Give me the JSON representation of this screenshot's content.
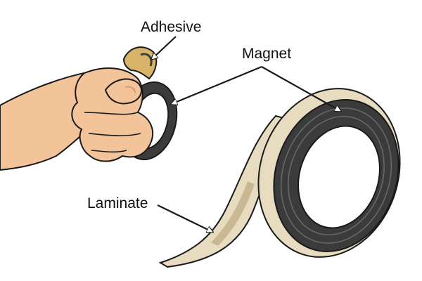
{
  "labels": {
    "adhesive": "Adhesive",
    "magnet": "Magnet",
    "laminate": "Laminate"
  },
  "colors": {
    "skin": "#f3c49a",
    "skin_shadow": "#d99a6c",
    "laminate": "#e8dcc0",
    "laminate_shadow": "#c9b894",
    "magnet": "#3b3b3b",
    "magnet_edge": "#6a6a6a",
    "adhesive": "#d8b46a",
    "outline": "#1a1a1a"
  }
}
